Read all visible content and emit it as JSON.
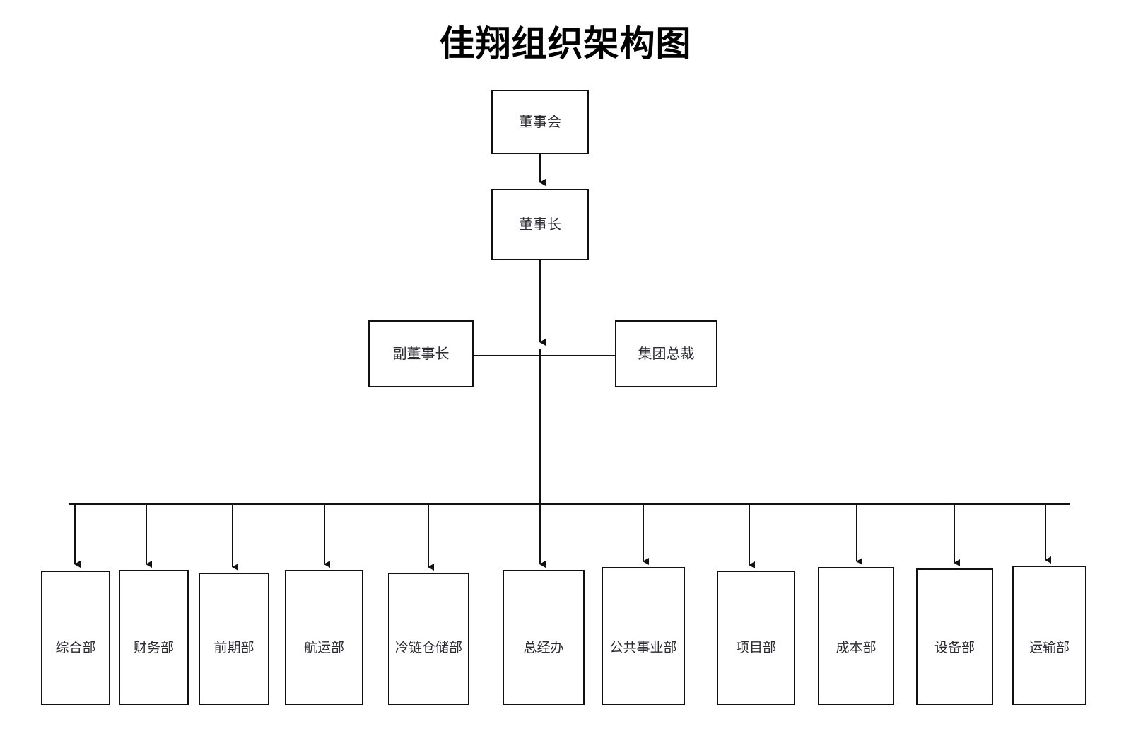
{
  "title": "佳翔组织架构图",
  "chart_data": {
    "type": "diagram",
    "diagram_kind": "organization-chart",
    "title": "佳翔组织架构图",
    "orientation": "top-down",
    "levels": [
      {
        "level": 1,
        "nodes": [
          "董事会"
        ]
      },
      {
        "level": 2,
        "nodes": [
          "董事长"
        ]
      },
      {
        "level": 3,
        "nodes": [
          "副董事长",
          "集团总裁"
        ]
      },
      {
        "level": 4,
        "nodes": [
          "综合部",
          "财务部",
          "前期部",
          "航运部",
          "冷链仓储部",
          "总经办",
          "公共事业部",
          "项目部",
          "成本部",
          "设备部",
          "运输部"
        ]
      }
    ],
    "edges": [
      {
        "from": "董事会",
        "to": "董事长",
        "style": "arrow"
      },
      {
        "from": "董事长",
        "to": "副董事长",
        "style": "line"
      },
      {
        "from": "董事长",
        "to": "集团总裁",
        "style": "line"
      },
      {
        "from": "董事长",
        "to": "综合部",
        "style": "arrow"
      },
      {
        "from": "董事长",
        "to": "财务部",
        "style": "arrow"
      },
      {
        "from": "董事长",
        "to": "前期部",
        "style": "arrow"
      },
      {
        "from": "董事长",
        "to": "航运部",
        "style": "arrow"
      },
      {
        "from": "董事长",
        "to": "冷链仓储部",
        "style": "arrow"
      },
      {
        "from": "董事长",
        "to": "总经办",
        "style": "arrow"
      },
      {
        "from": "董事长",
        "to": "公共事业部",
        "style": "arrow"
      },
      {
        "from": "董事长",
        "to": "项目部",
        "style": "arrow"
      },
      {
        "from": "董事长",
        "to": "成本部",
        "style": "arrow"
      },
      {
        "from": "董事长",
        "to": "设备部",
        "style": "arrow"
      },
      {
        "from": "董事长",
        "to": "运输部",
        "style": "arrow"
      }
    ],
    "colors": {
      "background": "#ffffff",
      "node_border": "#111111",
      "node_fill": "#ffffff",
      "text": "#2b2b33",
      "title_text": "#000000",
      "connector": "#111111"
    }
  },
  "nodes": {
    "board": {
      "label": "董事会"
    },
    "chairman": {
      "label": "董事长"
    },
    "vice_chairman": {
      "label": "副董事长"
    },
    "group_president": {
      "label": "集团总裁"
    }
  },
  "departments": [
    {
      "label": "综合部"
    },
    {
      "label": "财务部"
    },
    {
      "label": "前期部"
    },
    {
      "label": "航运部"
    },
    {
      "label": "冷链仓储部"
    },
    {
      "label": "总经办"
    },
    {
      "label": "公共事业部"
    },
    {
      "label": "项目部"
    },
    {
      "label": "成本部"
    },
    {
      "label": "设备部"
    },
    {
      "label": "运输部"
    }
  ]
}
